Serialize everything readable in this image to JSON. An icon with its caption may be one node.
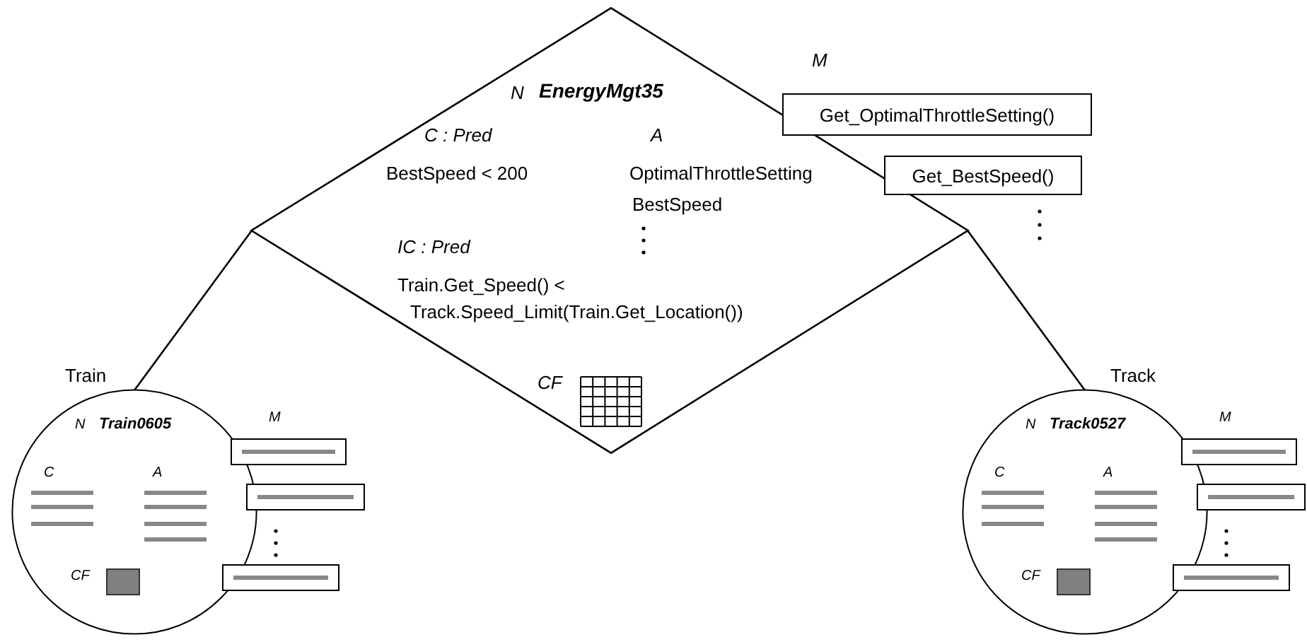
{
  "diagram": {
    "nodes": [
      {
        "text": [
          "N",
          "EnergyMgt35",
          "C : Pred",
          "BestSpeed < 200",
          "A",
          "OptimalThrottleSetting",
          "BestSpeed",
          "IC : Pred",
          "Train.Get_Speed() < Track.Speed_Limit(Train.Get_Location())",
          "CF"
        ]
      },
      {
        "text": [
          "Get_OptimalThrottleSetting()"
        ]
      },
      {
        "text": [
          "Get_BestSpeed()"
        ]
      },
      {
        "text": [
          "N",
          "Train0605",
          "C",
          "A",
          "CF"
        ],
        "beside": [
          "Train"
        ]
      },
      {
        "text": [],
        "shape": "box"
      },
      {
        "text": [],
        "shape": "box"
      },
      {
        "text": [],
        "shape": "box"
      },
      {
        "text": [
          "N",
          "Track0527",
          "C",
          "A",
          "CF"
        ],
        "beside": [
          "Track"
        ]
      },
      {
        "text": [],
        "shape": "box"
      },
      {
        "text": [],
        "shape": "box"
      },
      {
        "text": [],
        "shape": "box"
      }
    ],
    "edges": [
      {
        "from": 0,
        "to": 3,
        "arrow": "none"
      },
      {
        "from": 0,
        "to": 7,
        "arrow": "none"
      }
    ],
    "labels": [
      "M",
      "M",
      "M"
    ]
  }
}
